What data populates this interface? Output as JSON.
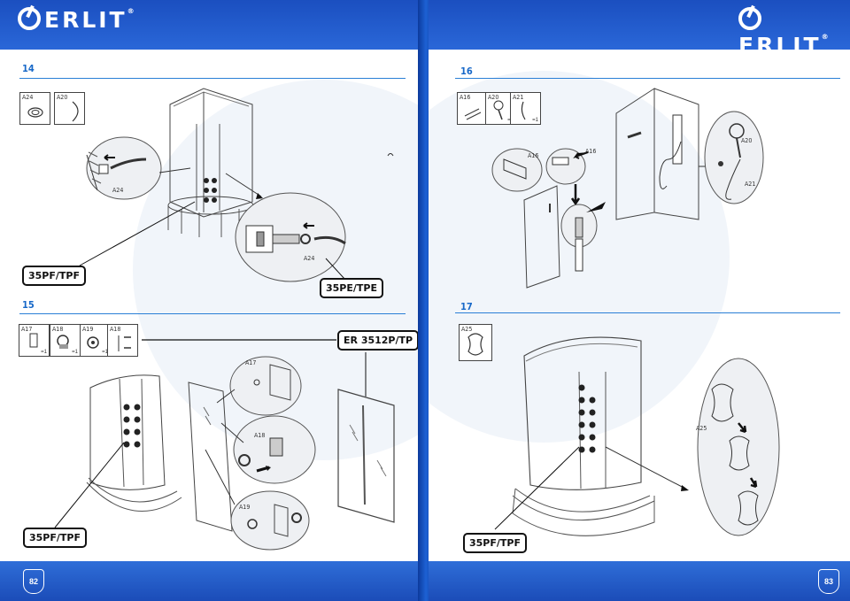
{
  "brand": {
    "name": "ERLIT",
    "trademark": "®",
    "accent": "#1f4fb3"
  },
  "left_page": {
    "page_number": "82",
    "steps": [
      {
        "number": "14",
        "parts": [
          {
            "code": "A24",
            "icon": "o-ring-icon"
          },
          {
            "code": "A20",
            "icon": "hose-icon"
          }
        ],
        "callouts": [
          "A24",
          "A24"
        ],
        "models": [
          "35PF/TPF",
          "35PE/TPE"
        ]
      },
      {
        "number": "15",
        "parts": [
          {
            "code": "A17",
            "icon": "bracket-icon",
            "qty": "=1"
          },
          {
            "code": "A18",
            "icon": "holder-icon",
            "qty": "=1"
          },
          {
            "code": "A19",
            "icon": "connector-icon",
            "qty": "=1"
          },
          {
            "code": "A18",
            "icon": "screw-set-icon"
          }
        ],
        "callouts": [
          "A17",
          "A18",
          "A19"
        ],
        "models": [
          "ER 3512P/TP",
          "35PF/TPF"
        ]
      }
    ]
  },
  "right_page": {
    "page_number": "83",
    "steps": [
      {
        "number": "16",
        "parts": [
          {
            "code": "A16",
            "icon": "screws-icon"
          },
          {
            "code": "A20",
            "icon": "shower-head-icon",
            "qty": "=1"
          },
          {
            "code": "A21",
            "icon": "hose-icon",
            "qty": "=1"
          }
        ],
        "callouts": [
          "A16",
          "A16",
          "A20",
          "A21"
        ]
      },
      {
        "number": "17",
        "parts": [
          {
            "code": "A25",
            "icon": "seal-icon"
          }
        ],
        "callouts": [
          "A25"
        ],
        "models": [
          "35PF/TPF"
        ]
      }
    ]
  }
}
